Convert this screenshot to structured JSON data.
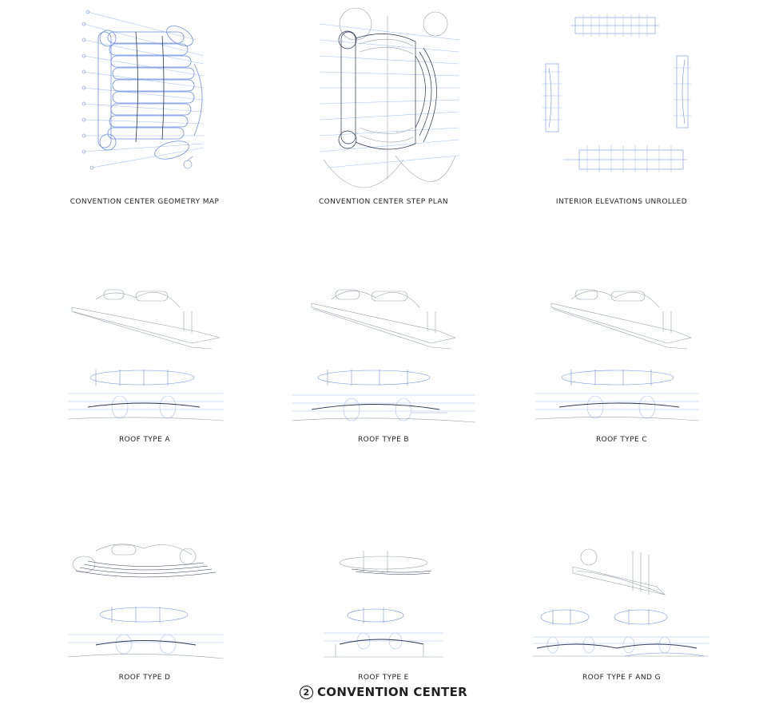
{
  "sheet": {
    "number": "2",
    "title": "CONVENTION CENTER"
  },
  "panels": [
    {
      "id": "geometry-map",
      "caption": "CONVENTION CENTER GEOMETRY MAP"
    },
    {
      "id": "step-plan",
      "caption": "CONVENTION CENTER STEP PLAN"
    },
    {
      "id": "interior-elevations",
      "caption": "INTERIOR ELEVATIONS UNROLLED"
    },
    {
      "id": "roof-a",
      "caption": "ROOF TYPE A"
    },
    {
      "id": "roof-b",
      "caption": "ROOF TYPE B"
    },
    {
      "id": "roof-c",
      "caption": "ROOF TYPE C"
    },
    {
      "id": "roof-d",
      "caption": "ROOF TYPE D"
    },
    {
      "id": "roof-e",
      "caption": "ROOF TYPE E"
    },
    {
      "id": "roof-fg",
      "caption": "ROOF TYPE F AND G"
    }
  ],
  "colors": {
    "linework_blue": "#6f8fe0",
    "light_blue": "#a9c2ef",
    "gray": "#9aa0aa",
    "dark": "#2b3550"
  }
}
